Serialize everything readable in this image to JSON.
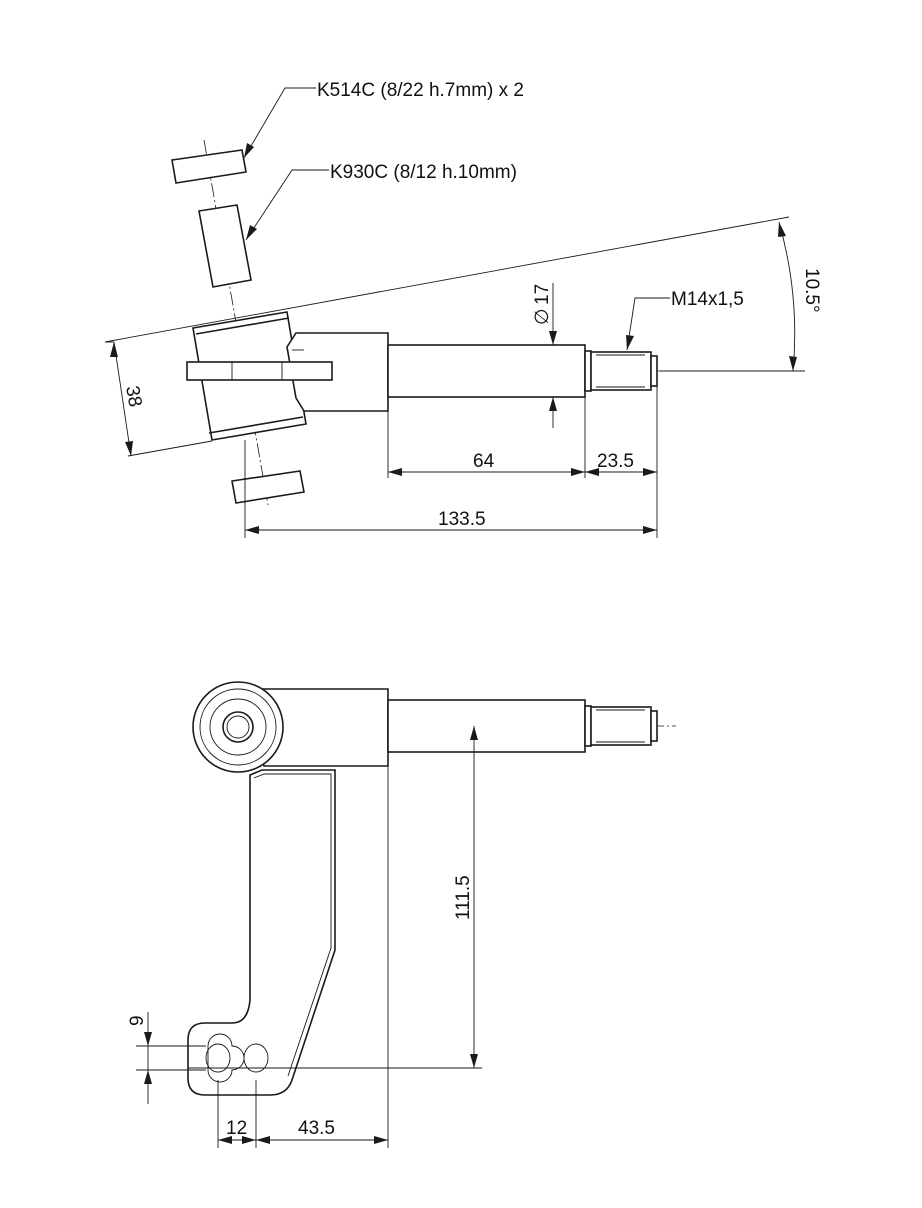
{
  "callouts": {
    "bushing_pair": "K514C (8/22  h.7mm)  x 2",
    "bushing_long": "K930C  (8/12  h.10mm)",
    "thread": "M14x1,5"
  },
  "dimensions": {
    "angle": "10.5°",
    "diameter_symbol": "∅",
    "diameter": "17",
    "pivot_height": "38",
    "shaft_length": "64",
    "thread_length": "23.5",
    "overall_length": "133.5",
    "arm_length": "111.5",
    "hole_dia": "9",
    "hole_spacing": "12",
    "hole_offset": "43.5"
  }
}
